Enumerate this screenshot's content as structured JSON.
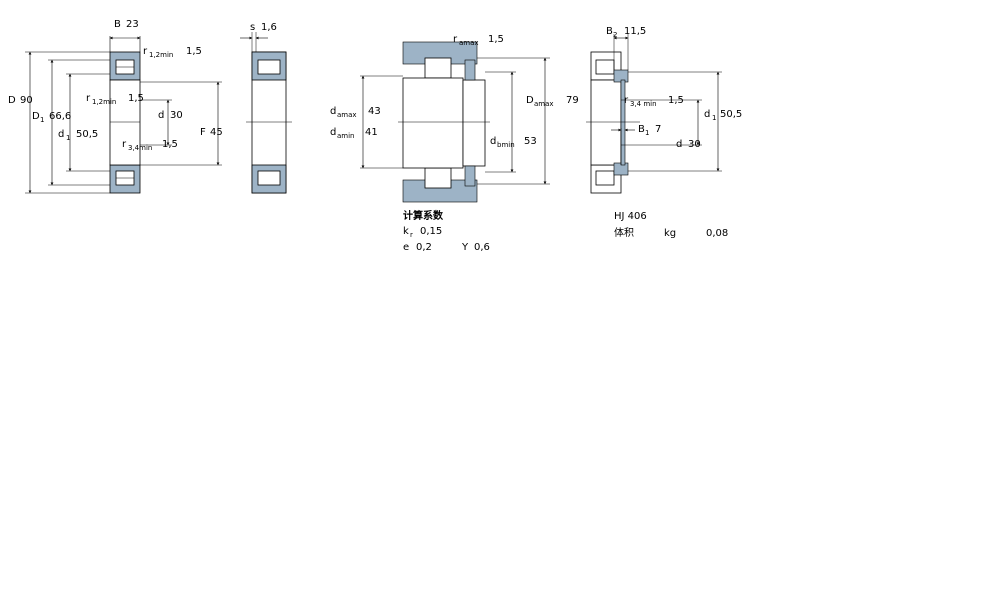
{
  "colors": {
    "section": "#9db3c6",
    "outline": "#000000",
    "roller": "#ffffff",
    "accent": "#0033cc"
  },
  "bearing_view": {
    "B": {
      "sym": "B",
      "value": "23"
    },
    "r12_top": {
      "sym": "r",
      "sub": "1,2min",
      "value": "1,5"
    },
    "D": {
      "sym": "D",
      "value": "90"
    },
    "D1": {
      "sym": "D",
      "sub": "1",
      "value": "66,6"
    },
    "r12_mid": {
      "sym": "r",
      "sub": "1,2min",
      "value": "1,5"
    },
    "d": {
      "sym": "d",
      "value": "30"
    },
    "F": {
      "sym": "F",
      "value": "45"
    },
    "d1": {
      "sym": "d",
      "sub": "1",
      "value": "50,5"
    },
    "r34": {
      "sym": "r",
      "sub": "3,4min",
      "value": "1,5"
    }
  },
  "side_view": {
    "s": {
      "sym": "s",
      "value": "1,6"
    }
  },
  "mounting_view": {
    "ramax": {
      "sym": "r",
      "sub": "amax",
      "value": "1,5"
    },
    "damax": {
      "sym": "d",
      "sub": "amax",
      "value": "43"
    },
    "damin": {
      "sym": "d",
      "sub": "amin",
      "value": "41"
    },
    "Damax": {
      "sym": "D",
      "sub": "amax",
      "value": "79"
    },
    "dbmin": {
      "sym": "d",
      "sub": "bmin",
      "value": "53"
    }
  },
  "calc": {
    "title": "计算系数",
    "kr": {
      "sym": "k",
      "sub": "r",
      "value": "0,15"
    },
    "e": {
      "sym": "e",
      "value": "0,2"
    },
    "Y": {
      "sym": "Y",
      "value": "0,6"
    }
  },
  "ring_view": {
    "B2": {
      "sym": "B",
      "sub": "2",
      "value": "11,5"
    },
    "r34": {
      "sym": "r",
      "sub": "3,4 min",
      "value": "1,5"
    },
    "d1": {
      "sym": "d",
      "sub": "1",
      "value": "50,5"
    },
    "B1": {
      "sym": "B",
      "sub": "1",
      "value": "7"
    },
    "d": {
      "sym": "d",
      "value": "30"
    },
    "designation": "HJ 406",
    "mass_label": "体积",
    "mass_unit": "kg",
    "mass_value": "0,08"
  }
}
